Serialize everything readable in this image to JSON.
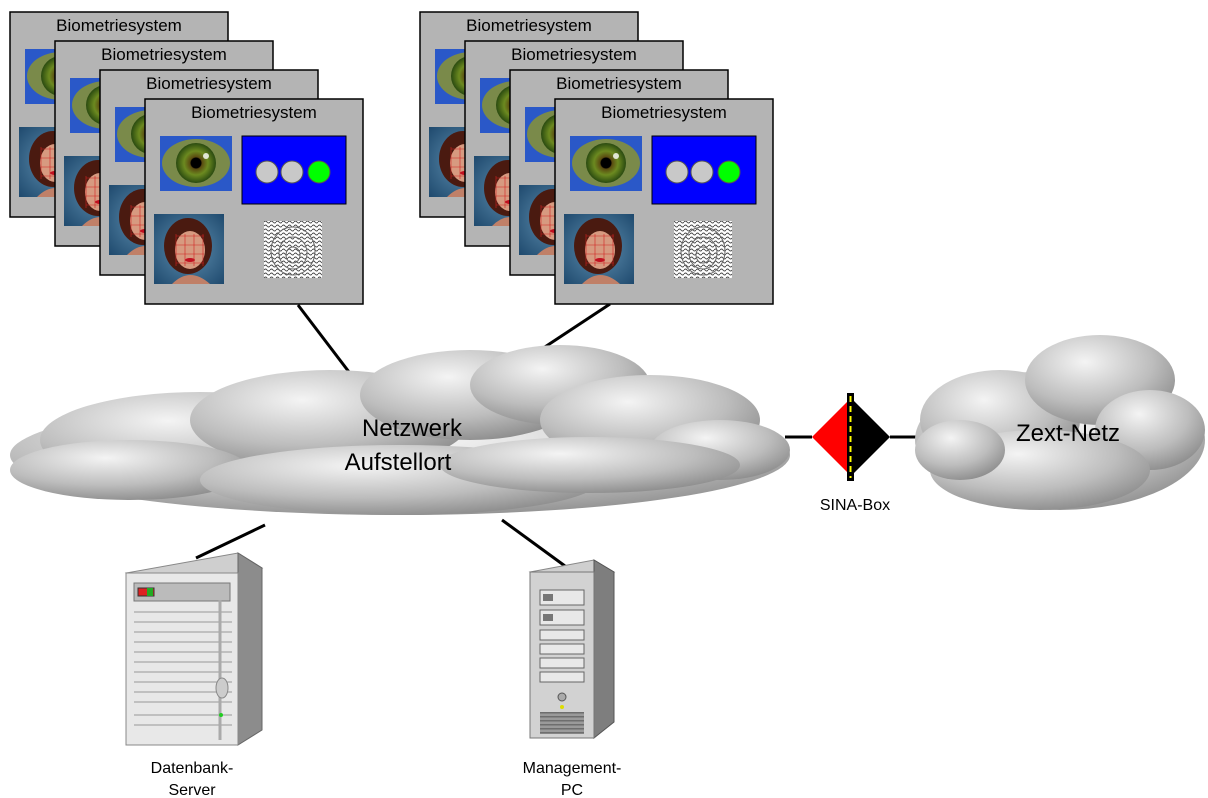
{
  "diagram": {
    "panel_title": "Biometriesystem",
    "network_label_line1": "Netzwerk",
    "network_label_line2": "Aufstellort",
    "external_label": "Zext-Netz",
    "gateway_label": "SINA-Box",
    "server_label_line1": "Datenbank-",
    "server_label_line2": "Server",
    "pc_label_line1": "Management-",
    "pc_label_line2": "PC"
  },
  "colors": {
    "panel_fill": "#b4b4b4",
    "status_panel": "#0000ff",
    "indicator_off": "#c8c8c8",
    "indicator_on": "#00ff00",
    "gateway_red": "#ff0000",
    "gateway_black": "#000000",
    "gateway_stripe": "#ffff00"
  }
}
